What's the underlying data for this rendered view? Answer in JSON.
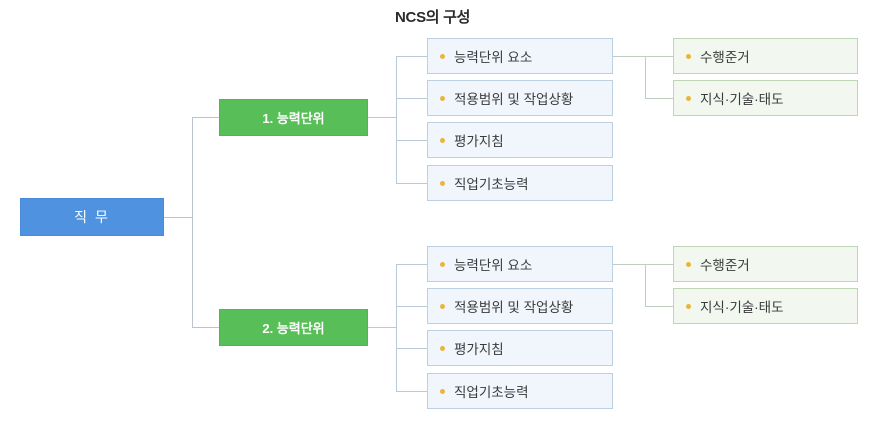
{
  "title": "NCS의 구성",
  "colors": {
    "root_fill": "#4f93e0",
    "unit_fill": "#58be58",
    "leaf_blue_fill": "#f1f6fc",
    "leaf_blue_border": "#bcd0e2",
    "leaf_green_fill": "#f2f7f0",
    "leaf_green_border": "#bed6b5",
    "bullet": "#e8b63c",
    "connector": "#b9c4ce",
    "title_text": "#2b2b2b"
  },
  "root": {
    "label": "직 무"
  },
  "units": [
    {
      "label": "1. 능력단위",
      "children": [
        {
          "label": "능력단위 요소"
        },
        {
          "label": "적용범위 및 작업상황"
        },
        {
          "label": "평가지침"
        },
        {
          "label": "직업기초능력"
        }
      ],
      "grandchildren": [
        {
          "label": "수행준거"
        },
        {
          "label": "지식·기술·태도"
        }
      ]
    },
    {
      "label": "2. 능력단위",
      "children": [
        {
          "label": "능력단위 요소"
        },
        {
          "label": "적용범위 및 작업상황"
        },
        {
          "label": "평가지침"
        },
        {
          "label": "직업기초능력"
        }
      ],
      "grandchildren": [
        {
          "label": "수행준거"
        },
        {
          "label": "지식·기술·태도"
        }
      ]
    }
  ]
}
